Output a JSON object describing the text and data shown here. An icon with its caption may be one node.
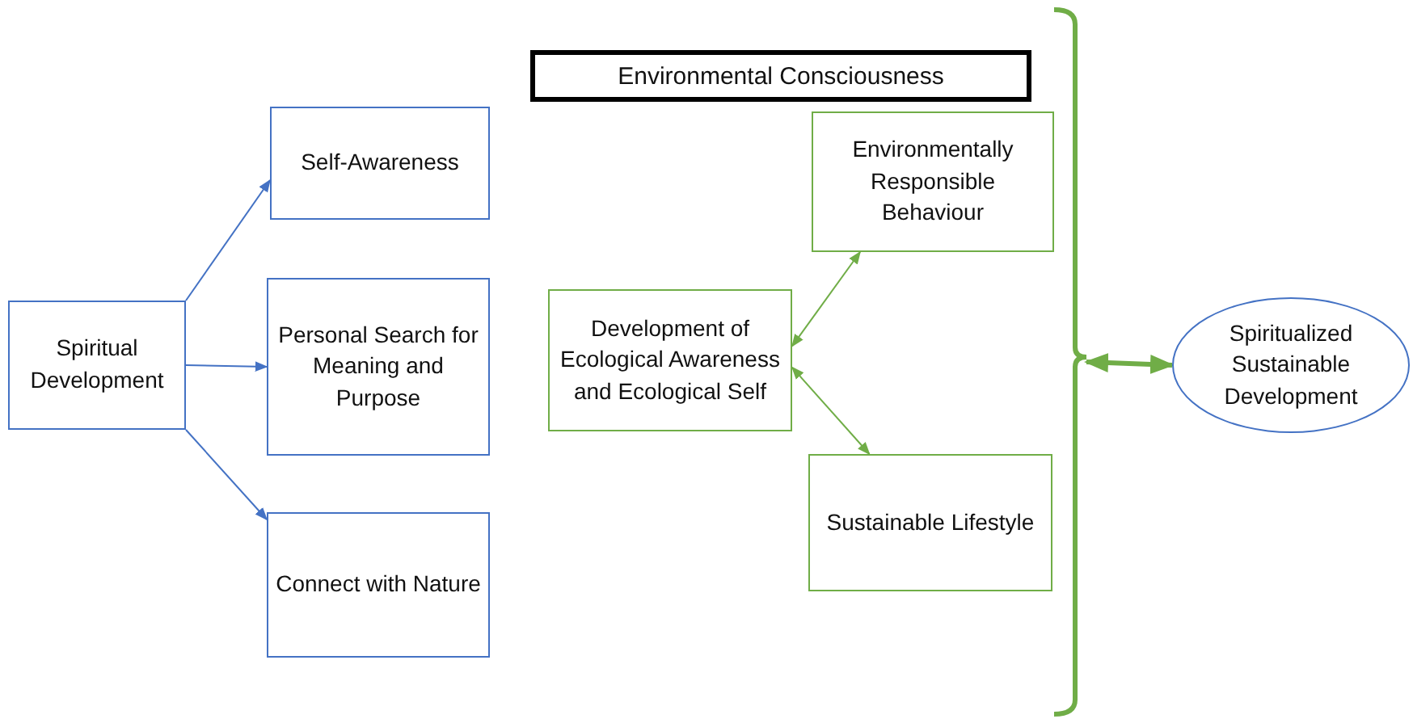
{
  "diagram": {
    "nodes": [
      {
        "text": [
          "Spiritual Development"
        ]
      },
      {
        "text": [
          "Self-Awareness"
        ]
      },
      {
        "text": [
          "Personal Search for Meaning and Purpose"
        ]
      },
      {
        "text": [
          "Connect with Nature"
        ]
      },
      {
        "text": [
          "Environmental Consciousness"
        ]
      },
      {
        "text": [
          "Development of Ecological Awareness and Ecological Self"
        ]
      },
      {
        "text": [
          "Environmentally Responsible Behaviour"
        ]
      },
      {
        "text": [
          "Sustainable Lifestyle"
        ]
      },
      {
        "text": [],
        "shape": "bracket"
      },
      {
        "text": [
          "Spiritualized Sustainable Development"
        ]
      }
    ],
    "edges": [
      {
        "from": 0,
        "to": 1,
        "arrow": "to"
      },
      {
        "from": 0,
        "to": 2,
        "arrow": "to"
      },
      {
        "from": 0,
        "to": 3,
        "arrow": "to"
      },
      {
        "from": 5,
        "to": 6,
        "arrow": "both",
        "color": "#70ad47"
      },
      {
        "from": 5,
        "to": 7,
        "arrow": "both",
        "color": "#70ad47"
      },
      {
        "from": 8,
        "to": 9,
        "arrow": "both",
        "style": "thick",
        "color": "#70ad47"
      }
    ]
  }
}
